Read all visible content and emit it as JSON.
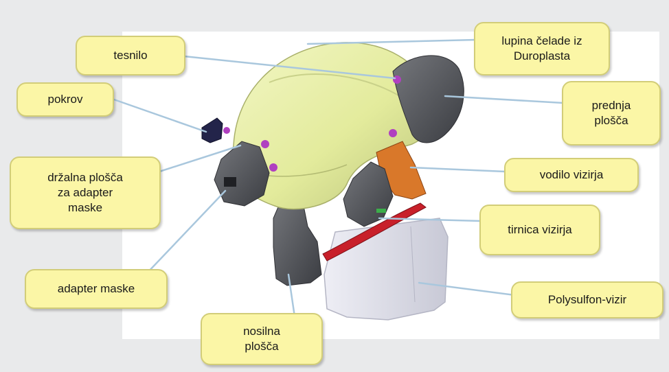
{
  "labels": {
    "tesnilo": "tesnilo",
    "lupina": "lupina čelade iz\nDuroplasta",
    "pokrov": "pokrov",
    "prednja": "prednja\nplošča",
    "drzalna": "držalna plošča\nza adapter\nmaske",
    "vodilo": "vodilo vizirja",
    "tirnica": "tirnica vizirja",
    "adapter": "adapter maske",
    "polysulfon": "Polysulfon-vizir",
    "nosilna": "nosilna\nplošča"
  },
  "colors": {
    "background": "#e9eaeb",
    "panel": "#ffffff",
    "callout_fill": "#fbf6a6",
    "callout_border": "#d2cd78",
    "leader_line": "#a9c7dd",
    "helmet_shell": "#e5eca0",
    "dark_parts": "#4d4f54",
    "visor_guide": "#d9782a",
    "visor_rail": "#c8202a",
    "visor": "#d9dae6",
    "seal_dots": "#b040c0"
  }
}
